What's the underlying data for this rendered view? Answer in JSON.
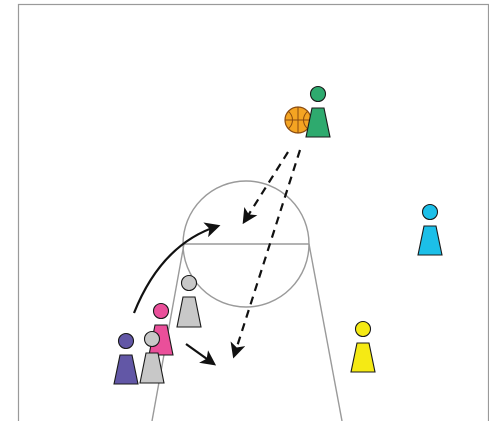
{
  "diagram": {
    "kind": "basketball-play-diagram",
    "court": {
      "lines": [
        "court-border",
        "center-circle",
        "free-throw-line",
        "key-lane-left",
        "key-lane-right"
      ]
    },
    "colors": {
      "court_line": "#9a9a9a",
      "arrow": "#111111",
      "ball": "#f4a422",
      "ball_seams": "#8a4b10",
      "player_outline": "#1a1a1a"
    },
    "players": [
      {
        "id": "green",
        "color": "#2eaa6e",
        "has_ball": true
      },
      {
        "id": "blue",
        "color": "#1cbfe8"
      },
      {
        "id": "yellow",
        "color": "#f5ea14"
      },
      {
        "id": "pink",
        "color": "#ea4f9a"
      },
      {
        "id": "gray-1",
        "color": "#c8c8c8"
      },
      {
        "id": "gray-2",
        "color": "#c8c8c8"
      },
      {
        "id": "purple",
        "color": "#6257a6"
      }
    ],
    "actions": [
      {
        "id": "pass-short",
        "type": "pass",
        "line": "dashed"
      },
      {
        "id": "pass-long",
        "type": "pass",
        "line": "dashed"
      },
      {
        "id": "cut-curve",
        "type": "movement",
        "line": "solid"
      },
      {
        "id": "cut-short",
        "type": "movement",
        "line": "solid"
      }
    ]
  }
}
